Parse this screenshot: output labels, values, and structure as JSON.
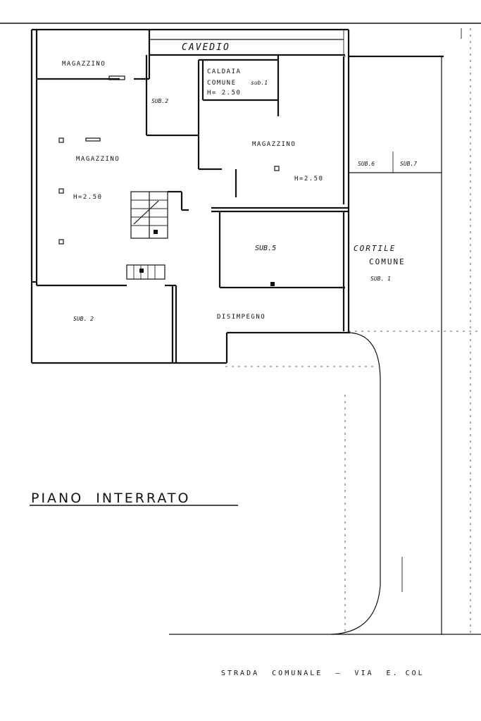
{
  "title": "PIANO  INTERRATO",
  "street": "STRADA  COMUNALE  –  VIA  E. COL",
  "rooms": {
    "cavedio": "CAVEDIO",
    "magazzino_top": "MAGAZZINO",
    "caldaia_line1": "CALDAIA",
    "caldaia_line2": "COMUNE",
    "caldaia_sub": "sub.1",
    "caldaia_height": "H= 2.50",
    "sub2_small": "SUB.2",
    "magazzino_left": "MAGAZZINO",
    "height_left": "H=2.50",
    "magazzino_right": "MAGAZZINO",
    "height_right": "H=2.50",
    "sub6": "SUB.6",
    "sub7": "SUB.7",
    "sub5": "SUB.5",
    "cortile_line1": "CORTILE",
    "cortile_line2": "COMUNE",
    "cortile_sub": "SUB. 1",
    "sub2_bottom": "SUB. 2",
    "disimpegno": "DISIMPEGNO"
  }
}
